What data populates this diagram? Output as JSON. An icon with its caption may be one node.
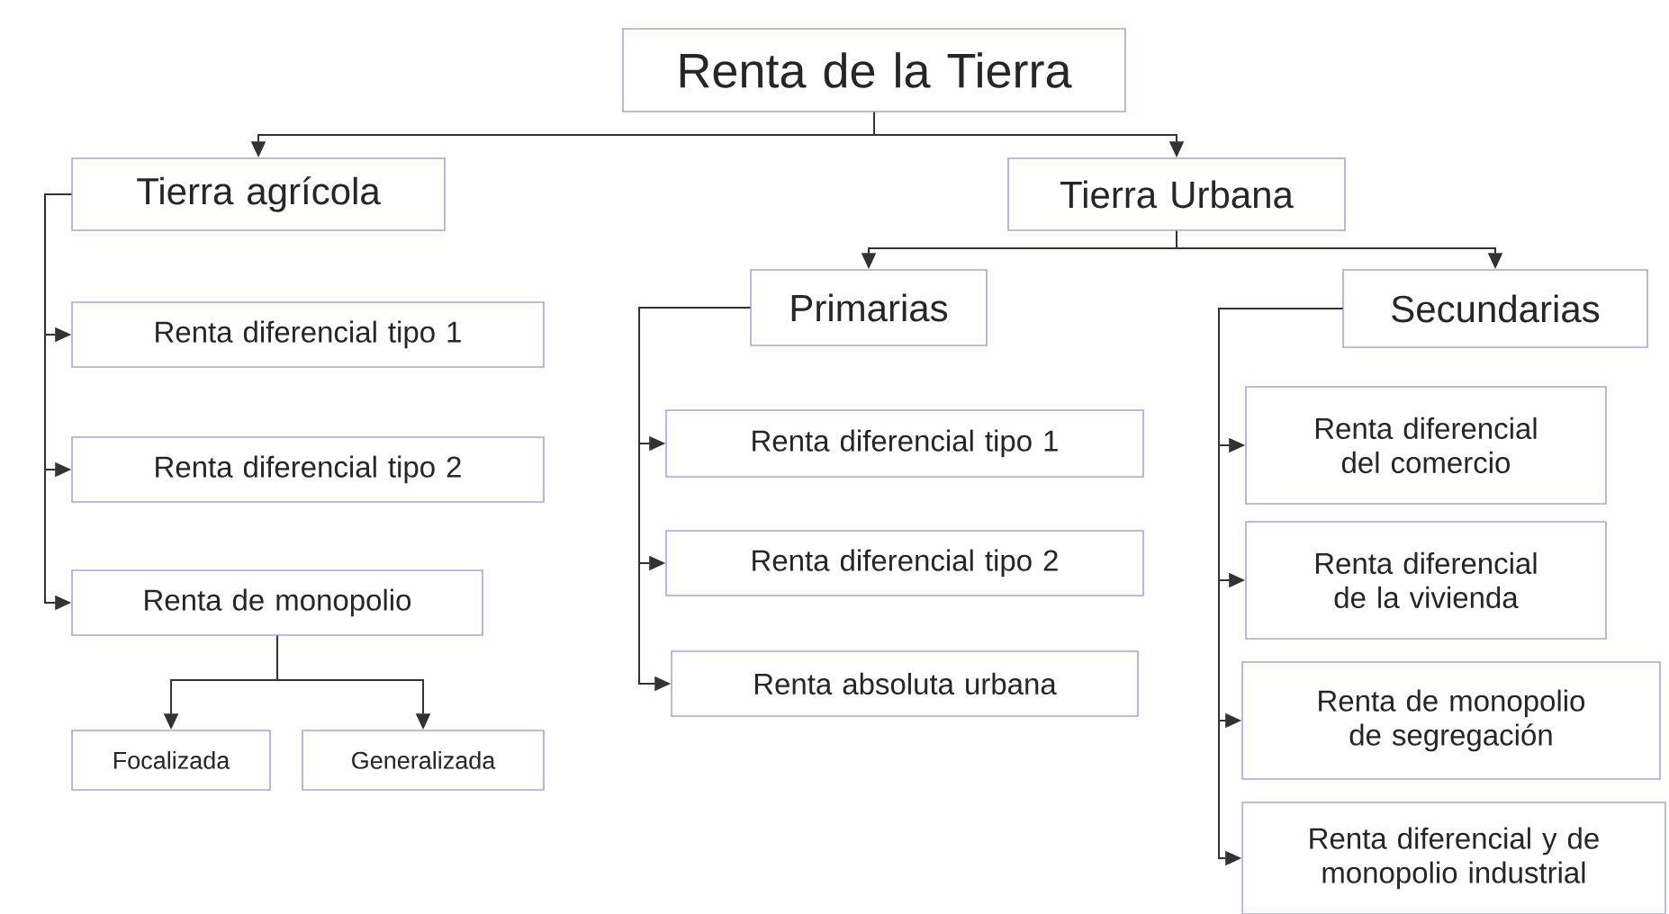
{
  "diagram": {
    "nodes": [
      {
        "text": [
          "Renta de la Tierra"
        ]
      },
      {
        "text": [
          "Tierra agrícola"
        ]
      },
      {
        "text": [
          "Tierra Urbana"
        ]
      },
      {
        "text": [
          "Renta diferencial tipo 1"
        ]
      },
      {
        "text": [
          "Renta diferencial tipo 2"
        ]
      },
      {
        "text": [
          "Renta de monopolio"
        ]
      },
      {
        "text": [
          "Focalizada"
        ]
      },
      {
        "text": [
          "Generalizada"
        ]
      },
      {
        "text": [
          "Primarias"
        ]
      },
      {
        "text": [
          "Renta diferencial tipo 1"
        ]
      },
      {
        "text": [
          "Renta diferencial tipo 2"
        ]
      },
      {
        "text": [
          "Renta absoluta urbana"
        ]
      },
      {
        "text": [
          "Secundarias"
        ]
      },
      {
        "text": [
          "Renta diferencial del comercio"
        ]
      },
      {
        "text": [
          "Renta diferencial de la vivienda"
        ]
      },
      {
        "text": [
          "Renta de monopolio de segregación"
        ]
      },
      {
        "text": [
          "Renta diferencial y de monopolio industrial"
        ]
      }
    ],
    "edges": [
      {
        "from": 0,
        "to": 1,
        "arrow": "to"
      },
      {
        "from": 0,
        "to": 2,
        "arrow": "to"
      },
      {
        "from": 1,
        "to": 3,
        "arrow": "to"
      },
      {
        "from": 1,
        "to": 4,
        "arrow": "to"
      },
      {
        "from": 1,
        "to": 5,
        "arrow": "to"
      },
      {
        "from": 5,
        "to": 6,
        "arrow": "to"
      },
      {
        "from": 5,
        "to": 7,
        "arrow": "to"
      },
      {
        "from": 2,
        "to": 8,
        "arrow": "to"
      },
      {
        "from": 2,
        "to": 12,
        "arrow": "to"
      },
      {
        "from": 8,
        "to": 9,
        "arrow": "to"
      },
      {
        "from": 8,
        "to": 10,
        "arrow": "to"
      },
      {
        "from": 8,
        "to": 11,
        "arrow": "to"
      },
      {
        "from": 12,
        "to": 13,
        "arrow": "to"
      },
      {
        "from": 12,
        "to": 14,
        "arrow": "to"
      },
      {
        "from": 12,
        "to": 15,
        "arrow": "to"
      },
      {
        "from": 12,
        "to": 16,
        "arrow": "to"
      }
    ]
  }
}
